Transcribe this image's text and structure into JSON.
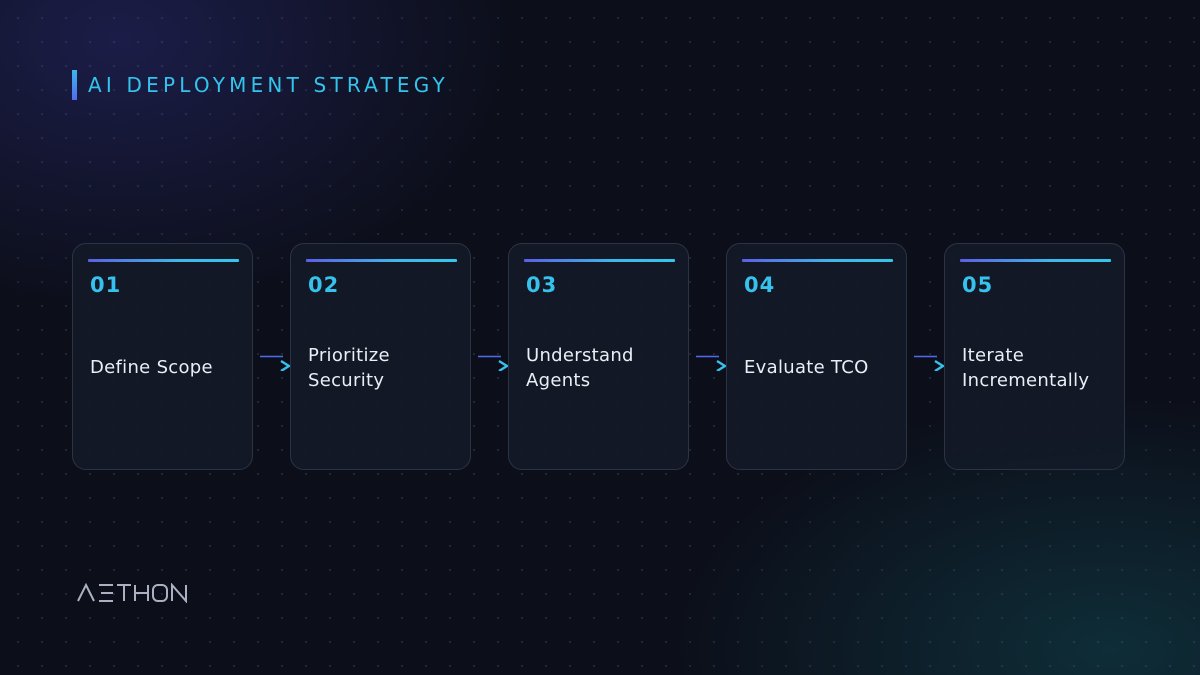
{
  "header": {
    "title": "AI DEPLOYMENT STRATEGY"
  },
  "steps": [
    {
      "number": "01",
      "title": "Define Scope"
    },
    {
      "number": "02",
      "title": "Prioritize Security"
    },
    {
      "number": "03",
      "title": "Understand Agents"
    },
    {
      "number": "04",
      "title": "Evaluate TCO"
    },
    {
      "number": "05",
      "title": "Iterate Incrementally"
    }
  ],
  "brand": {
    "logo_text": "AETHON"
  },
  "colors": {
    "accent": "#36c2ec",
    "accent_secondary": "#5b5fe6",
    "card_border": "#2b3346",
    "background": "#0c0f1a",
    "text": "#eaeef5"
  },
  "icons": {
    "connector": "arrow-right-icon",
    "header_marker": "accent-bar"
  }
}
